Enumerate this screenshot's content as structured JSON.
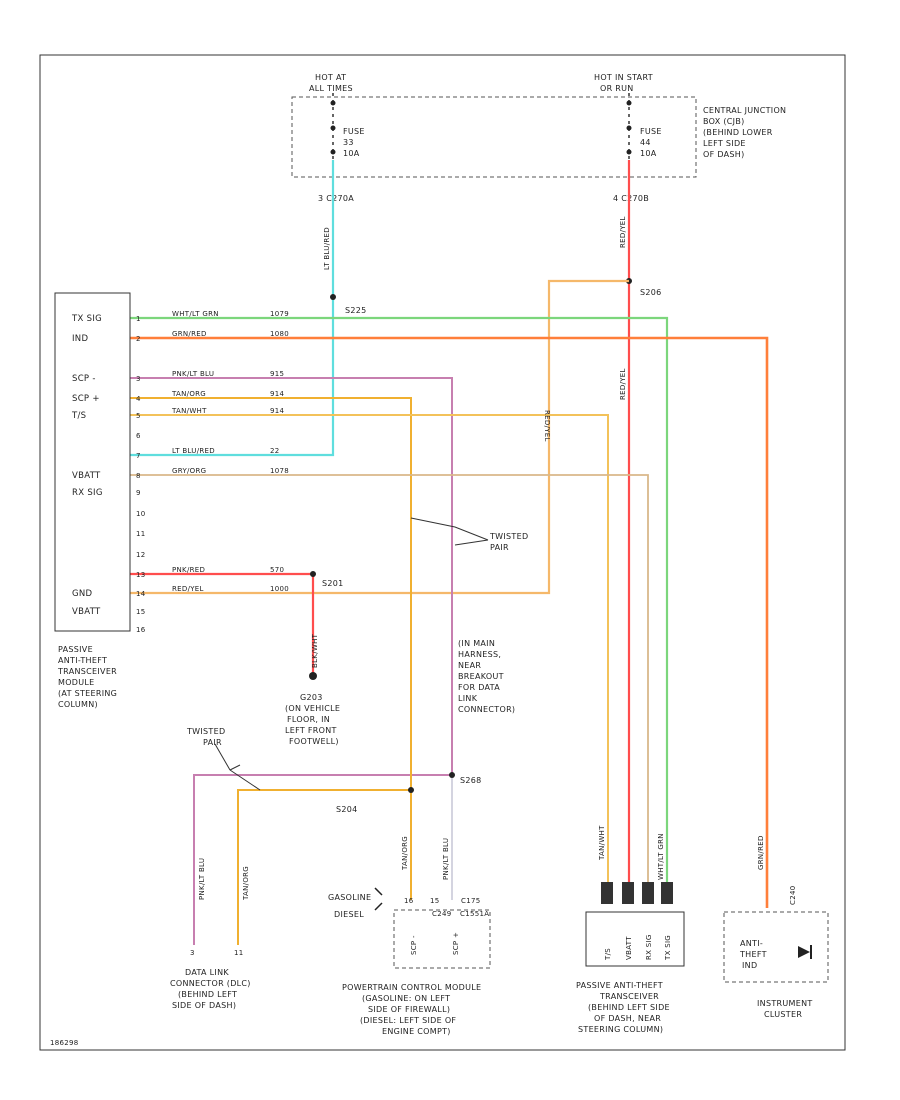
{
  "labels": {
    "hot_at_all_times": [
      "HOT AT",
      "ALL TIMES"
    ],
    "hot_in_start_or_run": [
      "HOT IN START",
      "OR RUN"
    ],
    "fuse1": [
      "FUSE",
      "33",
      "10A"
    ],
    "fuse2": [
      "FUSE",
      "44",
      "10A"
    ],
    "cjb": [
      "CENTRAL JUNCTION",
      "BOX (CJB)",
      "(BEHIND LOWER",
      "LEFT SIDE",
      "OF DASH)"
    ],
    "c270a": "3  C270A",
    "c270b": "4  C270B",
    "s225": "S225",
    "s206": "S206",
    "s201": "S201",
    "s203": [
      "G203",
      "(ON VEHICLE",
      "FLOOR, IN",
      "LEFT FRONT",
      "FOOTWELL)"
    ],
    "s204": "S204",
    "s268": "S268",
    "twisted_pair_1": [
      "TWISTED",
      "PAIR"
    ],
    "twisted_pair_2": [
      "TWISTED",
      "PAIR"
    ],
    "pats_module": [
      "PASSIVE",
      "ANTI-THEFT",
      "TRANSCEIVER",
      "MODULE",
      "(AT STEERING",
      "COLUMN)"
    ],
    "breakout": [
      "(IN MAIN",
      "HARNESS,",
      "NEAR",
      "BREAKOUT",
      "FOR DATA",
      "LINK",
      "CONNECTOR)"
    ],
    "dlc": [
      "DATA LINK",
      "CONNECTOR (DLC)",
      "(BEHIND LEFT",
      "SIDE OF DASH)"
    ],
    "pcm": [
      "POWERTRAIN CONTROL MODULE",
      "(GASOLINE: ON LEFT",
      "SIDE OF FIREWALL)",
      "(DIESEL: LEFT SIDE OF",
      "ENGINE COMPT)"
    ],
    "pats_bottom": [
      "PASSIVE ANTI-THEFT",
      "TRANSCEIVER",
      "(BEHIND LEFT SIDE",
      "OF DASH, NEAR",
      "STEERING COLUMN)"
    ],
    "cluster": [
      "INSTRUMENT",
      "CLUSTER"
    ],
    "anti_theft": [
      "ANTI-",
      "THEFT",
      "IND"
    ],
    "gas_diesel": [
      "GASOLINE",
      "DIESEL"
    ],
    "c175": [
      "C175",
      "C1551A"
    ],
    "c249": "C249",
    "figure_id": "186298"
  },
  "module_pins": [
    {
      "name": "TX SIG",
      "num": "1"
    },
    {
      "name": "IND",
      "num": "2"
    },
    {
      "name": "SCP -",
      "num": "3"
    },
    {
      "name": "SCP +",
      "num": "4"
    },
    {
      "name": "T/S",
      "num": "5"
    },
    {
      "name": "",
      "num": "6"
    },
    {
      "name": "",
      "num": "7"
    },
    {
      "name": "VBATT",
      "num": "8"
    },
    {
      "name": "RX SIG",
      "num": "9"
    },
    {
      "name": "",
      "num": "10"
    },
    {
      "name": "",
      "num": "11"
    },
    {
      "name": "",
      "num": "12"
    },
    {
      "name": "",
      "num": "13"
    },
    {
      "name": "GND",
      "num": "14"
    },
    {
      "name": "VBATT",
      "num": "15"
    },
    {
      "name": "",
      "num": "16"
    }
  ],
  "wires": [
    {
      "label": "WHT/LT GRN",
      "circuit": "1079",
      "color": "#7cd67c"
    },
    {
      "label": "GRN/RED",
      "circuit": "1080",
      "color": "#ff7f3a"
    },
    {
      "label": "PNK/LT BLU",
      "circuit": "915",
      "color": "#c77fb0"
    },
    {
      "label": "TAN/ORG",
      "circuit": "914",
      "color": "#f0b030"
    },
    {
      "label": "TAN/WHT",
      "circuit": "914",
      "color": "#f3c25a"
    },
    {
      "label": "LT BLU/RED",
      "circuit": "22",
      "color": "#5fdede"
    },
    {
      "label": "GRY/ORG",
      "circuit": "1078",
      "color": "#d9b88a"
    },
    {
      "label": "PNK/RED",
      "circuit": "570",
      "color": "#ff4d4d"
    },
    {
      "label": "RED/YEL",
      "circuit": "1000",
      "color": "#f5b86a"
    }
  ],
  "vertical_wire_labels": {
    "lt_blu_red": "LT BLU/RED",
    "red_yel_a": "RED/YEL",
    "red_yel_b": "RED/YEL",
    "blk_wht": "BLK/WHT",
    "tan_org": "TAN/ORG",
    "pnk_lt_blu": "PNK/LT BLU",
    "tan_wht": "TAN/WHT",
    "grn_red": "GRN/RED"
  },
  "pcm_pins": [
    "16",
    "15",
    "SCP -",
    "SCP +"
  ],
  "pats_pins": [
    "T/S",
    "VBATT",
    "RX SIG",
    "TX SIG"
  ],
  "colors": {
    "lt_blue": "#5fdede",
    "red": "#ff4d4d",
    "orange": "#ff7f3a",
    "green": "#7cd67c",
    "purple": "#c77fb0",
    "tan": "#f0b030",
    "tan_light": "#f3c25a",
    "gray": "#c9b08a"
  }
}
